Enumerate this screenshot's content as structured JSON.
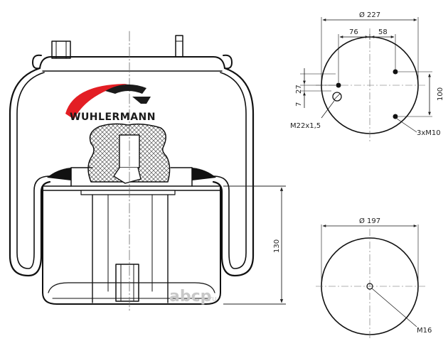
{
  "brand": {
    "name": "WUHLERMANN",
    "colors": {
      "red": "#e31e24",
      "dark": "#1a1a1a"
    }
  },
  "watermark": {
    "text": "abcp",
    "suffix": ".ru"
  },
  "top_view": {
    "outer_diameter": "Ø 227",
    "offset_left": "76",
    "offset_right": "58",
    "vertical_span": "100",
    "offset_27": "27",
    "offset_7": "7",
    "air_fitting": "M22x1,5",
    "stud_callout": "3xM10"
  },
  "bottom_view": {
    "diameter": "Ø 197",
    "center_thread": "M16"
  },
  "side_view": {
    "piston_height": "130"
  },
  "icons": [
    "diameter-symbol",
    "hatched-bumper",
    "air-spring-section"
  ]
}
